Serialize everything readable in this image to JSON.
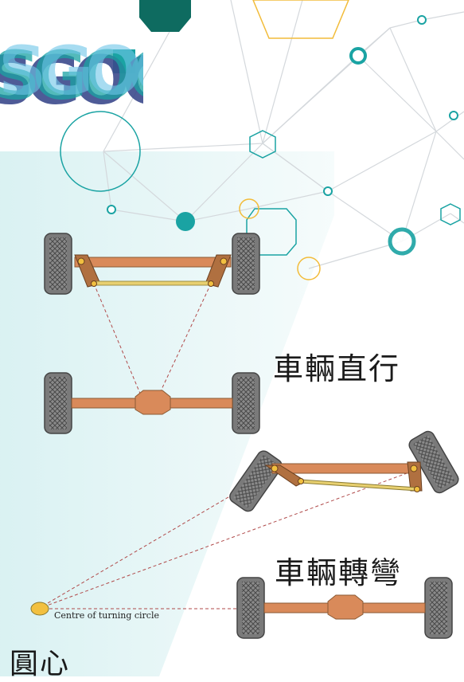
{
  "labels": {
    "straight": "車輛直行",
    "turning": "車輛轉彎",
    "center": "圓心",
    "centre_of_turning_circle": "Centre of turning circle"
  },
  "logo": {
    "text": "SGOC"
  },
  "colors": {
    "axle": "#d98a5a",
    "axle_dark": "#8a5a34",
    "tie_rod": "#e8d070",
    "tire": "#7a7a7a",
    "tire_dark": "#444444",
    "dashed_line": "#b04a4a",
    "teal_accent": "#1aa3a3",
    "dark_teal": "#0e6b60",
    "yellow_accent": "#f2bc3a",
    "bg_gradient": "#d8f2f2"
  }
}
